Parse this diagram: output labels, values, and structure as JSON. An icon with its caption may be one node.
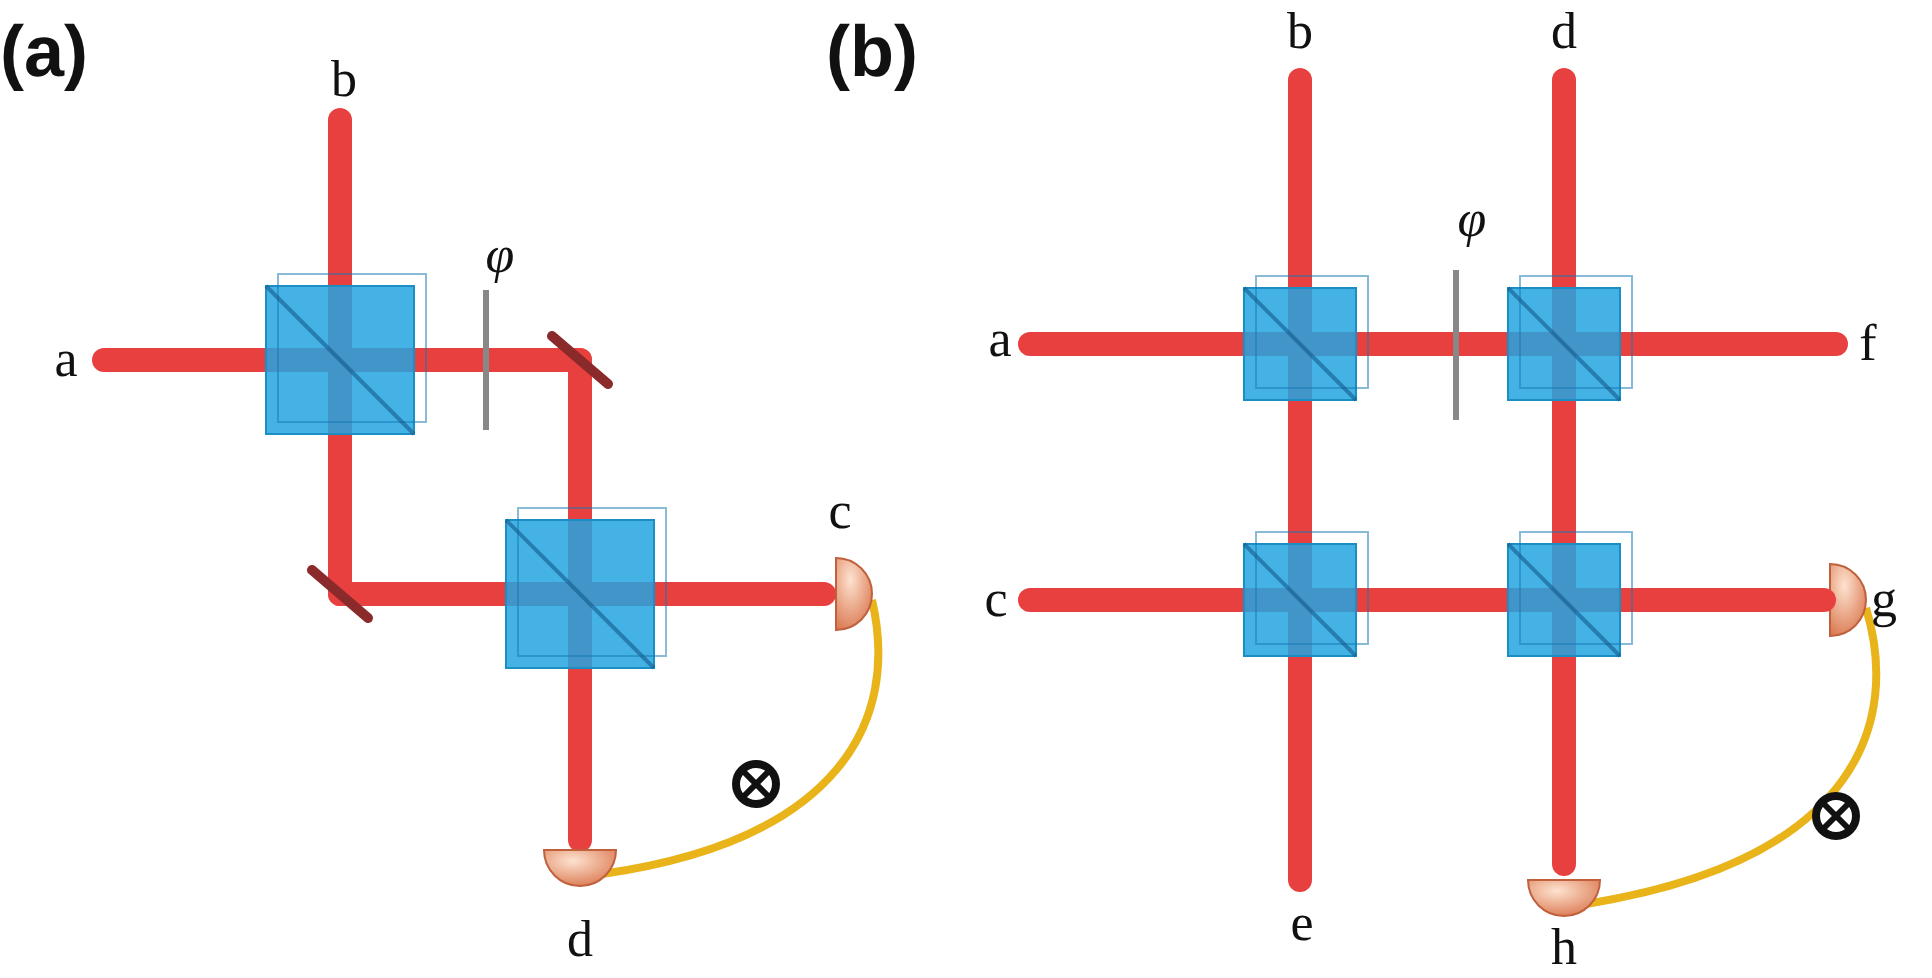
{
  "diagram": {
    "nodes": [
      {
        "text": [],
        "shape": "picture"
      },
      {
        "text": [],
        "shape": "picture"
      },
      {
        "text": [],
        "shape": "picture"
      },
      {
        "text": [],
        "shape": "picture"
      }
    ],
    "edges": [
      {
        "from": 0,
        "to": 1,
        "arrow": "none"
      },
      {
        "from": 2,
        "to": 3,
        "arrow": "none"
      }
    ],
    "labels": [
      "(a)",
      "b",
      "φ",
      "a",
      "c",
      "d",
      "(b)",
      "b",
      "d",
      "φ",
      "a",
      "f",
      "c",
      "g",
      "e",
      "h"
    ]
  }
}
